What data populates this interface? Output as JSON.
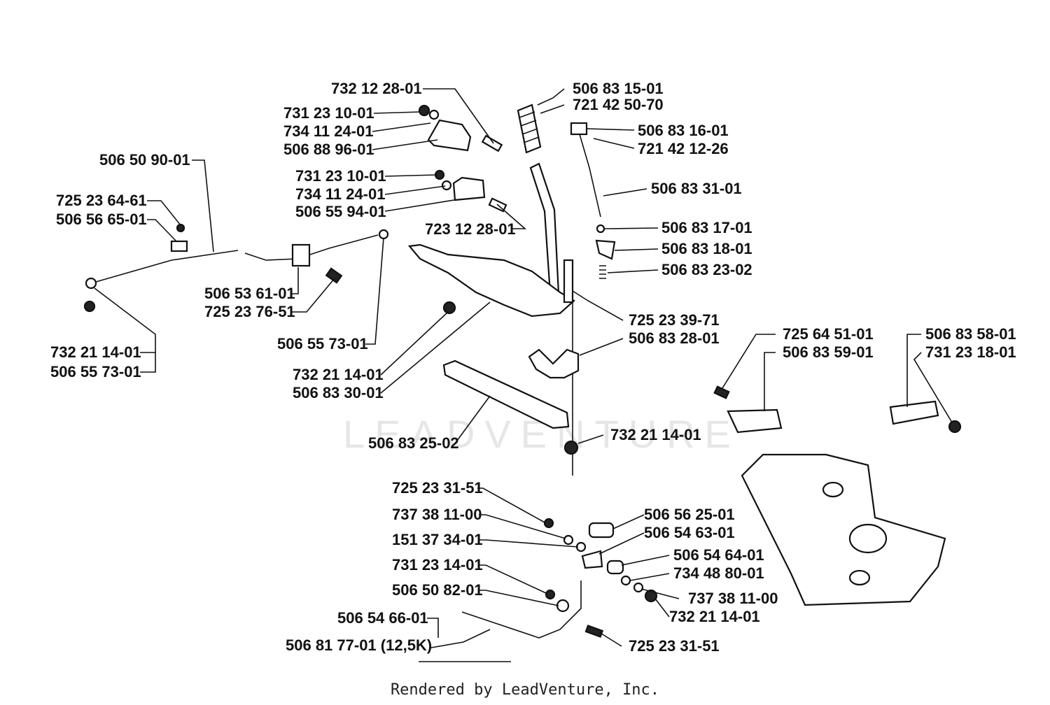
{
  "watermark": "LEADVENTURE",
  "footer": "Rendered by LeadVenture, Inc.",
  "labels": [
    "732 12 28-01",
    "731 23 10-01",
    "734 11 24-01",
    "506 88 96-01",
    "506 50 90-01",
    "725 23 64-61",
    "506 56 65-01",
    "731 23 10-01",
    "734 11 24-01",
    "506 55 94-01",
    "723 12 28-01",
    "506 83 15-01",
    "721 42 50-70",
    "506 83 16-01",
    "721 42 12-26",
    "506 83 31-01",
    "506 83 17-01",
    "506 83 18-01",
    "506 83 23-02",
    "506 53 61-01",
    "725 23 76-51",
    "506 55 73-01",
    "732 21 14-01",
    "506 55 73-01",
    "725 23 39-71",
    "506 83 28-01",
    "732 21 14-01",
    "506 83 30-01",
    "506 83 25-02",
    "732 21 14-01",
    "725 64 51-01",
    "506 83 59-01",
    "506 83 58-01",
    "731 23 18-01",
    "725 23 31-51",
    "737 38 11-00",
    "151 37 34-01",
    "731 23 14-01",
    "506 50 82-01",
    "506 56 25-01",
    "506 54 63-01",
    "506 54 64-01",
    "734 48 80-01",
    "737 38 11-00",
    "732 21 14-01",
    "506 54 66-01",
    "506 81 77-01 (12,5K)",
    "725 23 31-51"
  ]
}
